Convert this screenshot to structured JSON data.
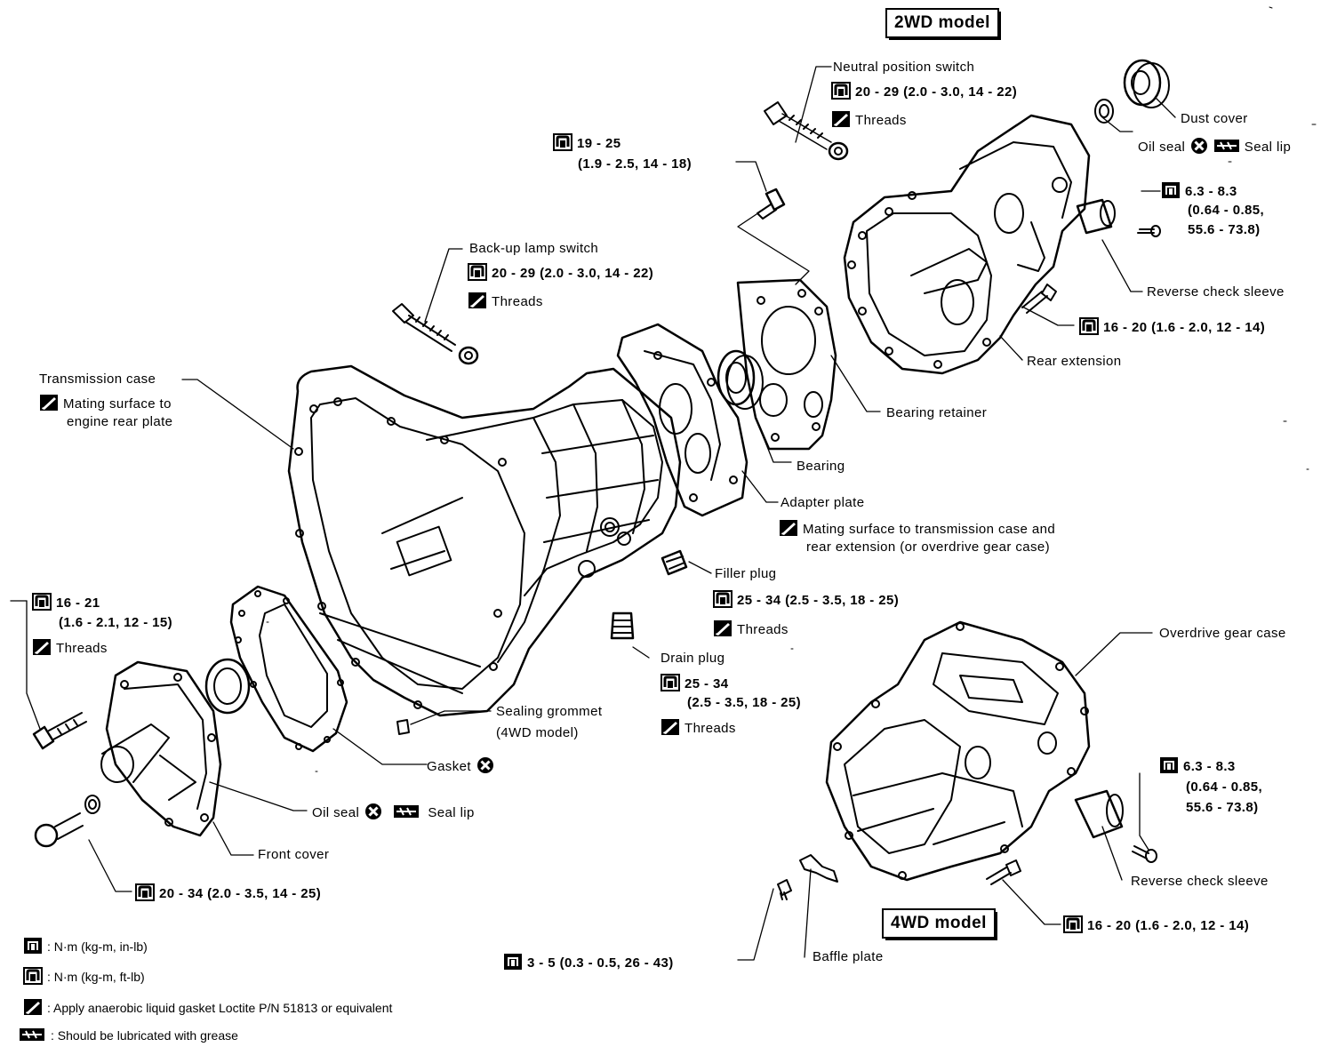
{
  "models": {
    "two_wd": "2WD model",
    "four_wd": "4WD model"
  },
  "parts": {
    "neutral_switch": {
      "name": "Neutral position switch",
      "torque": "20 - 29 (2.0 - 3.0, 14 - 22)",
      "note": "Threads"
    },
    "dust_cover": "Dust cover",
    "oil_seal_rear": {
      "name": "Oil seal",
      "note": "Seal lip"
    },
    "bolt_top": {
      "torque_1": "19 - 25",
      "torque_2": "(1.9 - 2.5, 14 - 18)"
    },
    "rear_check_bolt_2wd": {
      "l1": "6.3 - 8.3",
      "l2": "(0.64 - 0.85,",
      "l3": "55.6 - 73.8)"
    },
    "backup_switch": {
      "name": "Back-up lamp switch",
      "torque": "20 - 29 (2.0 - 3.0, 14 - 22)",
      "note": "Threads"
    },
    "reverse_sleeve_2wd": "Reverse check sleeve",
    "rear_ext_bolt": "16 - 20 (1.6 - 2.0, 12 - 14)",
    "rear_extension": "Rear extension",
    "trans_case": {
      "name": "Transmission case",
      "note_1": "Mating surface to",
      "note_2": "engine rear plate"
    },
    "bearing_retainer": "Bearing retainer",
    "bearing": "Bearing",
    "adapter_plate": {
      "name": "Adapter plate",
      "note_1": "Mating surface to transmission case and",
      "note_2": "rear extension (or overdrive gear case)"
    },
    "filler_plug": {
      "name": "Filler plug",
      "torque": "25 - 34 (2.5 - 3.5, 18 - 25)",
      "note": "Threads"
    },
    "front_bolt": {
      "torque_1": "16 - 21",
      "torque_2": "(1.6 - 2.1, 12 - 15)",
      "note": "Threads"
    },
    "overdrive_case": "Overdrive gear case",
    "drain_plug": {
      "name": "Drain plug",
      "torque_1": "25 - 34",
      "torque_2": "(2.5 - 3.5, 18 - 25)",
      "note": "Threads"
    },
    "sealing_grommet": {
      "l1": "Sealing grommet",
      "l2": "(4WD model)"
    },
    "gasket": "Gasket",
    "oil_seal_front": {
      "name": "Oil seal",
      "note": "Seal lip"
    },
    "rear_check_bolt_4wd": {
      "l1": "6.3 - 8.3",
      "l2": "(0.64 - 0.85,",
      "l3": "55.6 - 73.8)"
    },
    "front_cover": "Front cover",
    "front_cover_bolt": "20 - 34 (2.0 - 3.5, 14 - 25)",
    "reverse_sleeve_4wd": "Reverse check sleeve",
    "od_case_bolt": "16 - 20 (1.6 - 2.0, 12 - 14)",
    "baffle_bolt": "3 - 5 (0.3 - 0.5, 26 - 43)",
    "baffle_plate": "Baffle plate"
  },
  "legend": {
    "nm_inlb": ": N·m (kg-m, in-lb)",
    "nm_ftlb": ": N·m (kg-m, ft-lb)",
    "gasket": ": Apply anaerobic liquid gasket Loctite P/N 51813 or equivalent",
    "grease": ": Should be lubricated with grease"
  }
}
